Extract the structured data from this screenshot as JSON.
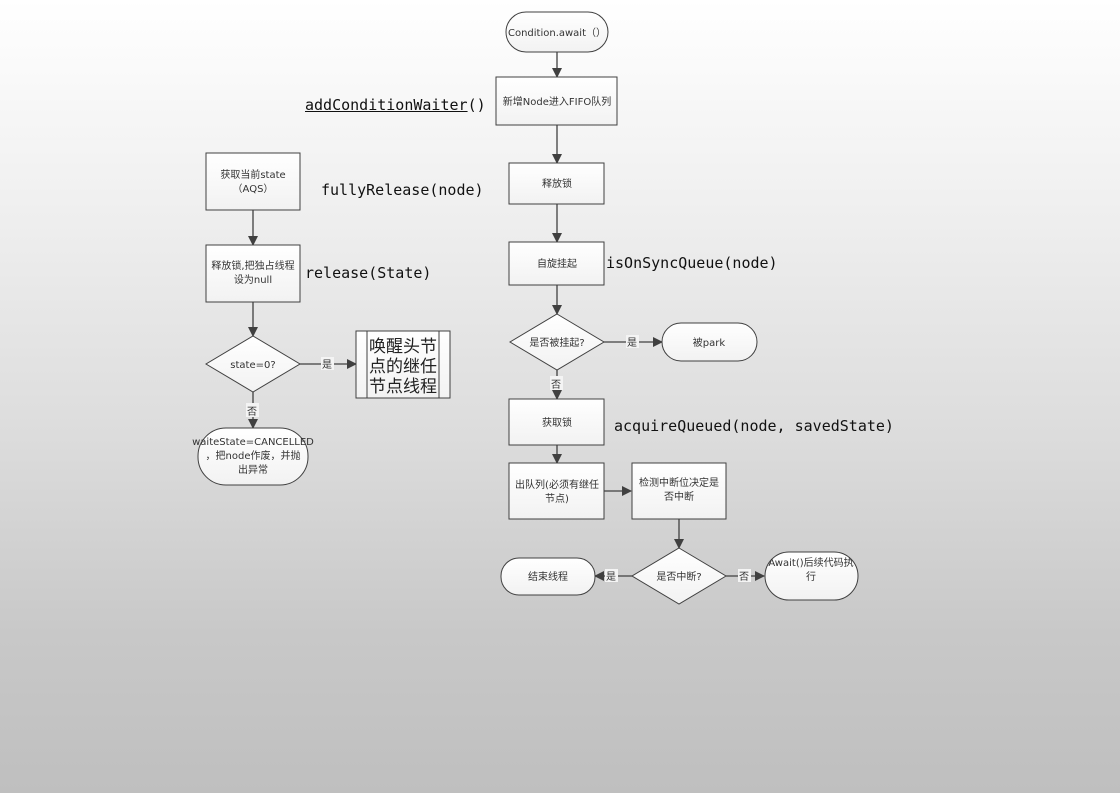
{
  "diagram": {
    "title": "Condition.await flow",
    "nodes": {
      "start": "Condition.await（）",
      "add_node": "新增Node进入FIFO队列",
      "release_lock": "释放锁",
      "spin_park": "自旋挂起",
      "is_parked": "是否被挂起?",
      "parked": "被park",
      "acquire_lock": "获取锁",
      "dequeue": [
        "出队列(必须有继任",
        "节点)"
      ],
      "check_interrupt": [
        "检测中断位决定是",
        "否中断"
      ],
      "is_interrupted": "是否中断?",
      "end_thread": "结束线程",
      "await_continue": [
        "Await()后续代码执",
        "行"
      ],
      "get_state": [
        "获取当前state",
        "（AQS）"
      ],
      "release_exclusive": [
        "释放锁,把独占线程",
        "设为null"
      ],
      "state_zero": "state=0?",
      "wake_successor": [
        "唤醒头节",
        "点的继任",
        "节点线程"
      ],
      "cancelled": [
        "waiteState=CANCELLED",
        "，把node作废，并抛",
        "出异常"
      ]
    },
    "edge_labels": {
      "yes": "是",
      "no": "否"
    },
    "code_labels": {
      "add_condition_waiter_name": "addConditionWaiter",
      "add_condition_waiter_parens": "()",
      "fully_release": "fullyRelease(node)",
      "release": "release(State)",
      "is_on_sync_queue": "isOnSyncQueue(node)",
      "acquire_queued": "acquireQueued(node, savedState)"
    }
  }
}
